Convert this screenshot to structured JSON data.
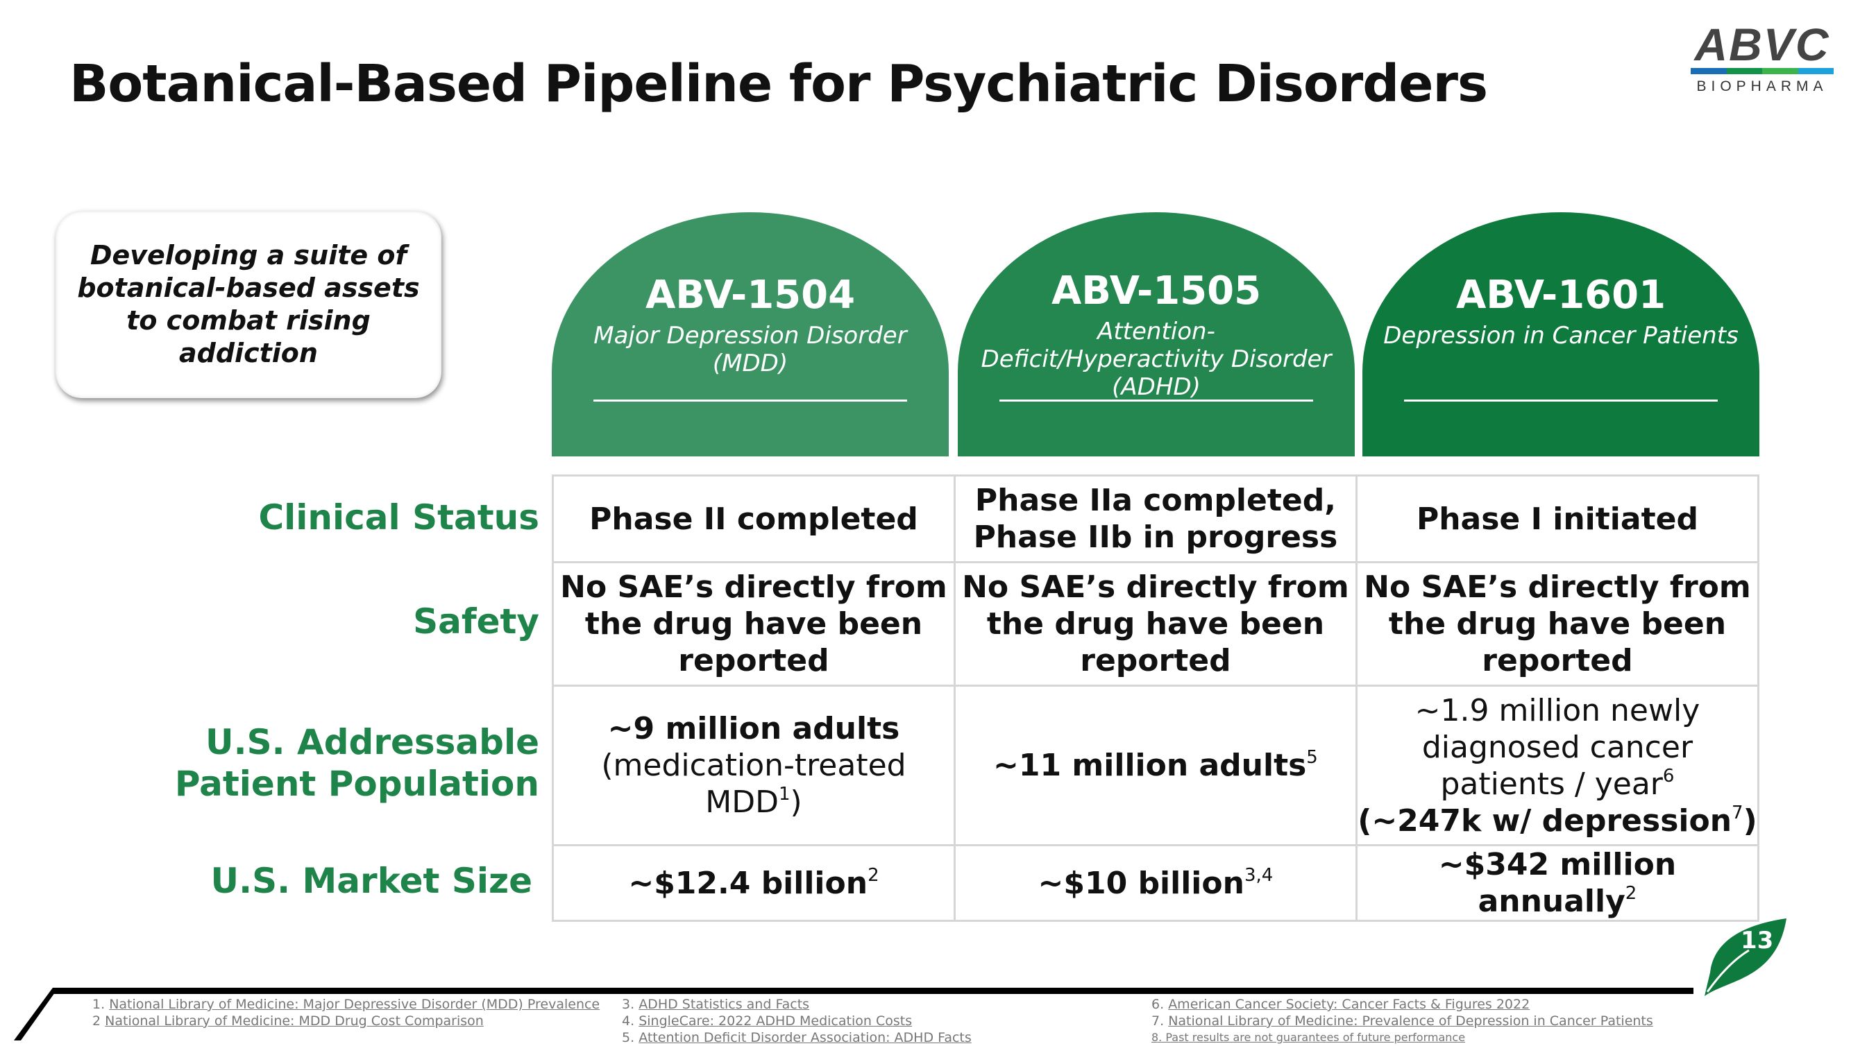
{
  "title": "Botanical-Based Pipeline for Psychiatric Disorders",
  "logo": {
    "word": "ABVC",
    "sub": "BIOPHARMA",
    "bar_colors": [
      "#1a6fb4",
      "#13934a",
      "#3cb44b",
      "#1ea2dc"
    ]
  },
  "callout": "Developing a suite of botanical-based assets to combat rising addiction",
  "colors": {
    "arch1": "#3c9465",
    "arch2": "#23874f",
    "arch3": "#0e7a3d",
    "label": "#1e8449"
  },
  "products": [
    {
      "code": "ABV-1504",
      "disorder": "Major Depression Disorder (MDD)"
    },
    {
      "code": "ABV-1505",
      "disorder": "Attention-Deficit/Hyperactivity Disorder (ADHD)"
    },
    {
      "code": "ABV-1601",
      "disorder": "Depression in Cancer Patients"
    }
  ],
  "row_labels": {
    "status": "Clinical Status",
    "safety": "Safety",
    "population": "U.S. Addressable Patient Population",
    "market": "U.S. Market Size"
  },
  "status": [
    "Phase II completed",
    "Phase IIa completed, Phase IIb in progress",
    "Phase I initiated"
  ],
  "safety": [
    "No SAE’s directly from the drug have been reported",
    "No SAE’s directly from the drug have been reported",
    "No SAE’s directly from the drug have been reported"
  ],
  "population": {
    "c1_bold": "~9 million adults",
    "c1_norm": "(medication-treated MDD",
    "c1_sup": "1",
    "c1_end": ")",
    "c2_bold": "~11 million adults",
    "c2_sup": "5",
    "c3_norm": "~1.9 million newly diagnosed cancer patients / year",
    "c3_sup": "6",
    "c3_bold": "(~247k w/ depression",
    "c3_sup2": "7",
    "c3_end": ")"
  },
  "market": [
    {
      "text": "~$12.4 billion",
      "sup": "2"
    },
    {
      "text": "~$10 billion",
      "sup": "3,4"
    },
    {
      "text": "~$342 million annually",
      "sup": "2"
    }
  ],
  "footnotes": {
    "col1": [
      {
        "num": "1.",
        "text": "National Library of Medicine: Major Depressive Disorder (MDD) Prevalence"
      },
      {
        "num": "2",
        "text": "National Library of Medicine: MDD Drug Cost Comparison"
      }
    ],
    "col2": [
      {
        "num": "3.",
        "text": "ADHD Statistics and Facts"
      },
      {
        "num": "4.",
        "text": "SingleCare: 2022 ADHD Medication Costs"
      },
      {
        "num": "5.",
        "text": "Attention Deficit Disorder Association: ADHD Facts"
      }
    ],
    "col3": [
      {
        "num": "6.",
        "text": "American Cancer Society: Cancer Facts & Figures 2022"
      },
      {
        "num": "7.",
        "text": "National Library of Medicine: Prevalence of Depression in Cancer Patients"
      },
      {
        "num": "",
        "text": "8. Past results are not guarantees of future performance"
      }
    ]
  },
  "page_number": "13"
}
